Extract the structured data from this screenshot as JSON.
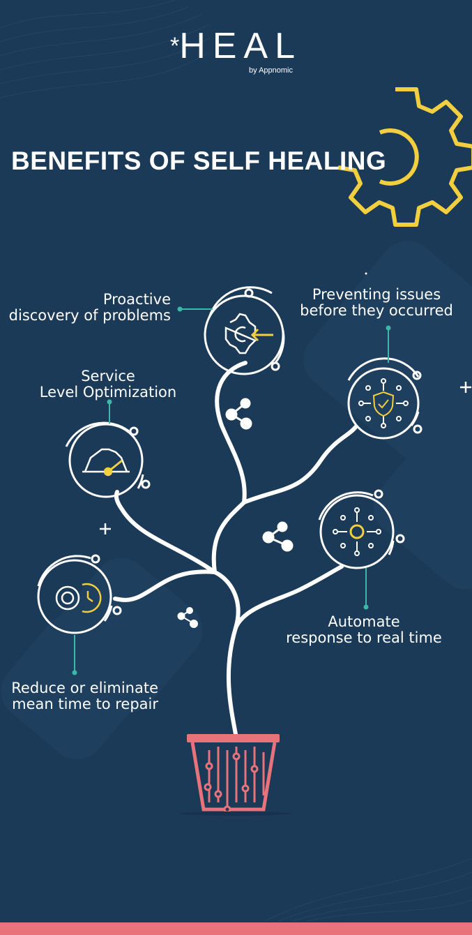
{
  "brand": {
    "name": "HEAL",
    "star": "*",
    "byline": "by Appnomic"
  },
  "heading": "BENEFITS OF SELF HEALING",
  "benefits": [
    {
      "line1": "Proactive",
      "line2": "discovery of problems"
    },
    {
      "line1": "Preventing issues",
      "line2": "before they occurred"
    },
    {
      "line1": "Service",
      "line2": "Level Optimization"
    },
    {
      "line1": "Automate",
      "line2": "response to real time"
    },
    {
      "line1": "Reduce or eliminate",
      "line2": "mean time to repair"
    }
  ],
  "colors": {
    "background": "#1b3a57",
    "accent_yellow": "#f2cf3f",
    "teal": "#3cb8a9",
    "pot": "#e8737b",
    "line": "#ffffff"
  },
  "icons": [
    "gear-arrow-icon",
    "shield-check-network-icon",
    "speed-gauge-icon",
    "gear-network-icon",
    "gear-clock-icon",
    "share-icon",
    "plus-icon"
  ]
}
